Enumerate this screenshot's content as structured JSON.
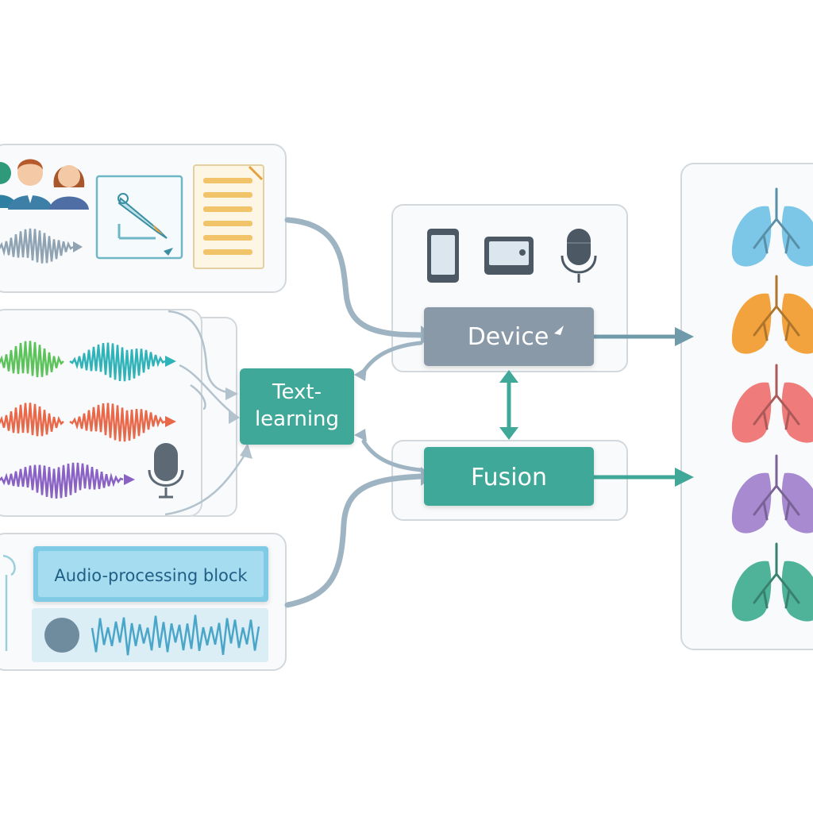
{
  "nodes": {
    "device": {
      "label": "Device"
    },
    "text_learning": {
      "line1": "Text-",
      "line2": "learning"
    },
    "fusion": {
      "label": "Fusion"
    },
    "audio_processing": {
      "label": "Audio-processing block"
    }
  },
  "icons": {
    "people": [
      "person-green-icon",
      "person-man-icon",
      "person-woman-icon"
    ],
    "devices": [
      "smartphone-icon",
      "tablet-icon",
      "microphone-icon"
    ],
    "lung_colors": [
      "#7cc6e8",
      "#f3a33e",
      "#ef7b7b",
      "#a88ad0",
      "#4fb39a"
    ]
  },
  "colors": {
    "device_node": "#8a99a8",
    "teal_node": "#3fa898",
    "audio_block": "#5bb8dc",
    "wave_green": "#5cc25a",
    "wave_teal": "#2fb3b8",
    "wave_red": "#e8684a",
    "wave_purple": "#8a62c4",
    "wave_blue": "#4aa6c8"
  }
}
